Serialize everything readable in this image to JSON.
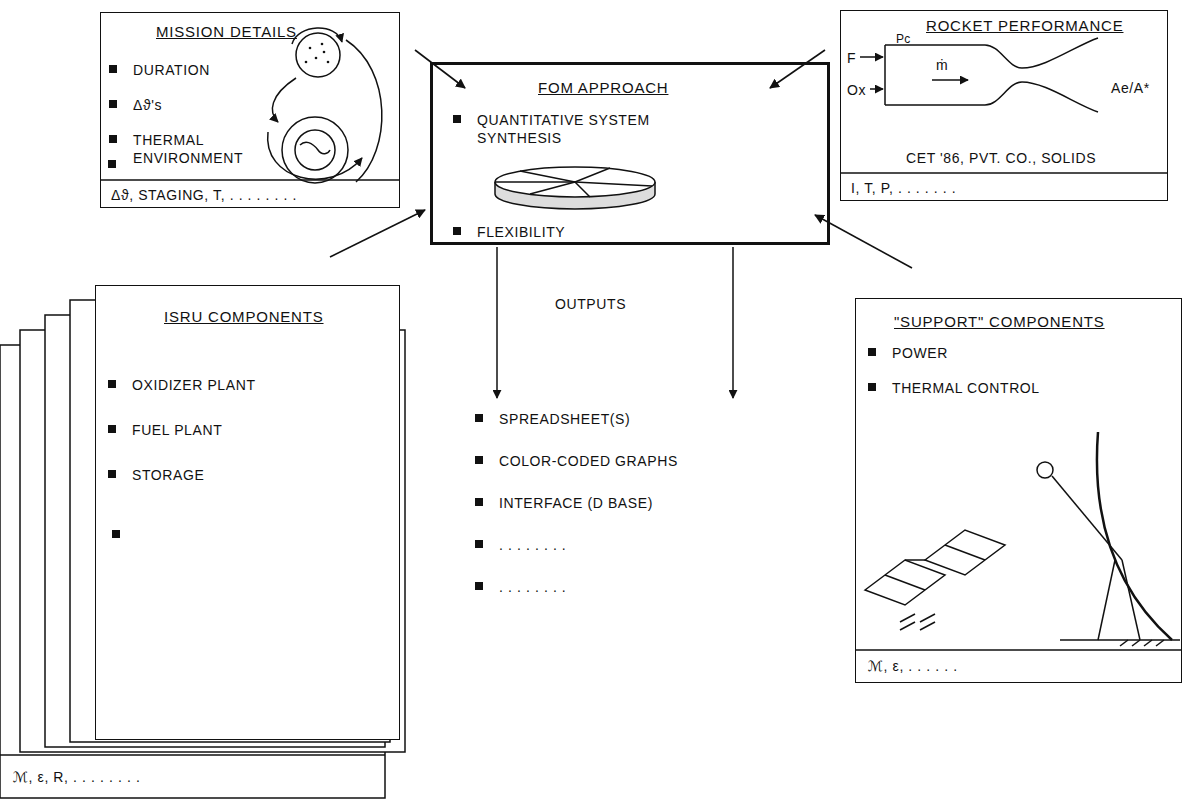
{
  "diagram": {
    "nodes": [
      {
        "text": [
          "MISSION DETAILS",
          "DURATION",
          "Δϑ's",
          "THERMAL ENVIRONMENT",
          "Δϑ, STAGING, T, . . . . . . . ."
        ]
      },
      {
        "text": [
          "ROCKET PERFORMANCE",
          "F",
          "Ox",
          "Pc",
          "ṁ",
          "Ae/A*",
          "CET '86, PVT. CO., SOLIDS",
          "I, T, P, . . . . . . ."
        ]
      },
      {
        "text": [
          "FOM APPROACH",
          "QUANTITATIVE SYSTEM SYNTHESIS",
          "FLEXIBILITY"
        ]
      },
      {
        "text": [
          "ISRU COMPONENTS",
          "OXIDIZER PLANT",
          "FUEL PLANT",
          "STORAGE",
          "ℳ, ε, R, . . . . . . . ."
        ]
      },
      {
        "text": [
          "\"SUPPORT\" COMPONENTS",
          "POWER",
          "THERMAL CONTROL",
          "ℳ, ε, . . . . . ."
        ]
      }
    ],
    "edges": [
      {
        "from": 0,
        "to": 2,
        "arrow": "to"
      },
      {
        "from": 1,
        "to": 2,
        "arrow": "to"
      },
      {
        "from": 3,
        "to": 2,
        "arrow": "to"
      },
      {
        "from": 4,
        "to": 2,
        "arrow": "to"
      }
    ],
    "labels": [
      "OUTPUTS",
      "SPREADSHEET(S)",
      "COLOR-CODED GRAPHS",
      "INTERFACE (D BASE)",
      ". . . . . . . .",
      ". . . . . . . ."
    ]
  }
}
